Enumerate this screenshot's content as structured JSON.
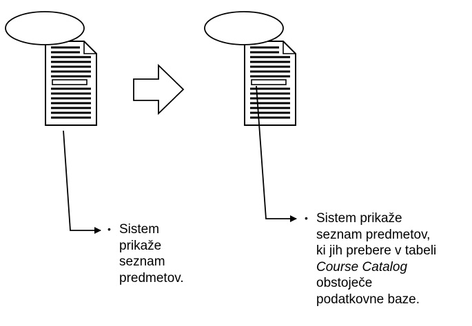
{
  "left_note": {
    "bullet": "•",
    "lines": [
      "Sistem",
      "prikaže",
      "seznam",
      "predmetov."
    ]
  },
  "right_note": {
    "bullet": "•",
    "lines": [
      "Sistem prikaže",
      "seznam predmetov,",
      "ki jih prebere v tabeli",
      "Course Catalog",
      "obstoječe",
      "podatkovne baze."
    ]
  }
}
